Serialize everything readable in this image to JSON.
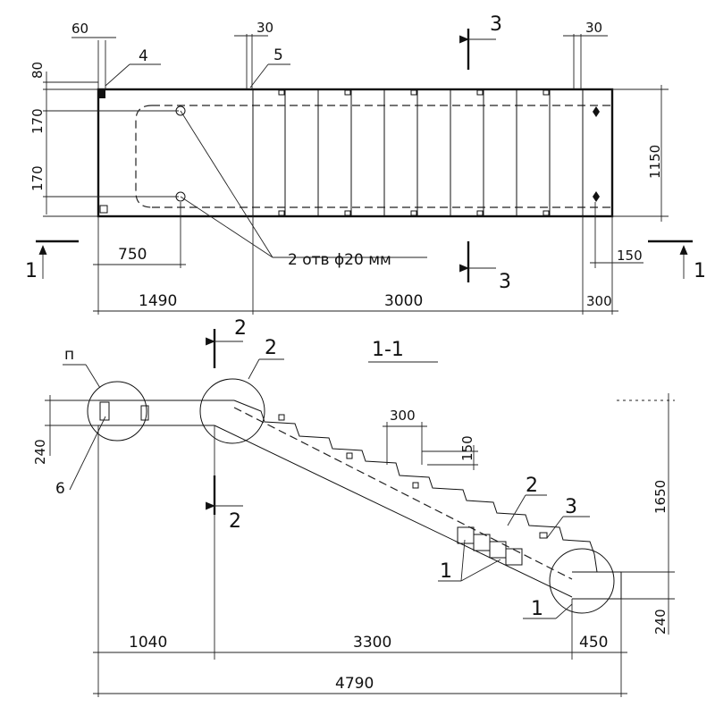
{
  "plan": {
    "dims": {
      "top_left": "60",
      "top_mid": "30",
      "top_right": "30",
      "left_top": "80",
      "left_mid": "170",
      "left_bot": "170",
      "right_height": "1150",
      "hole_offset": "750",
      "bottom_left": "1490",
      "bottom_mid": "3000",
      "bottom_right": "300",
      "right_small": "150"
    },
    "labels": {
      "callout_4": "4",
      "callout_5": "5",
      "holes": "2 отв ϕ20 мм",
      "section_3_top": "3",
      "section_3_bot": "3",
      "section_1_left": "1",
      "section_1_right": "1"
    }
  },
  "section": {
    "title": "1-1",
    "dims": {
      "step_run": "300",
      "step_rise": "150",
      "height": "1650",
      "thickness_left": "240",
      "thickness_right": "240",
      "bottom_left": "1040",
      "bottom_mid": "3300",
      "bottom_right": "450",
      "total": "4790"
    },
    "labels": {
      "node_p": "п",
      "node_6": "6",
      "section_2_top": "2",
      "section_2_bot": "2",
      "callout_2_circle": "2",
      "callout_2_right": "2",
      "callout_3": "3",
      "callout_1_mid": "1",
      "callout_1_bot": "1"
    }
  }
}
